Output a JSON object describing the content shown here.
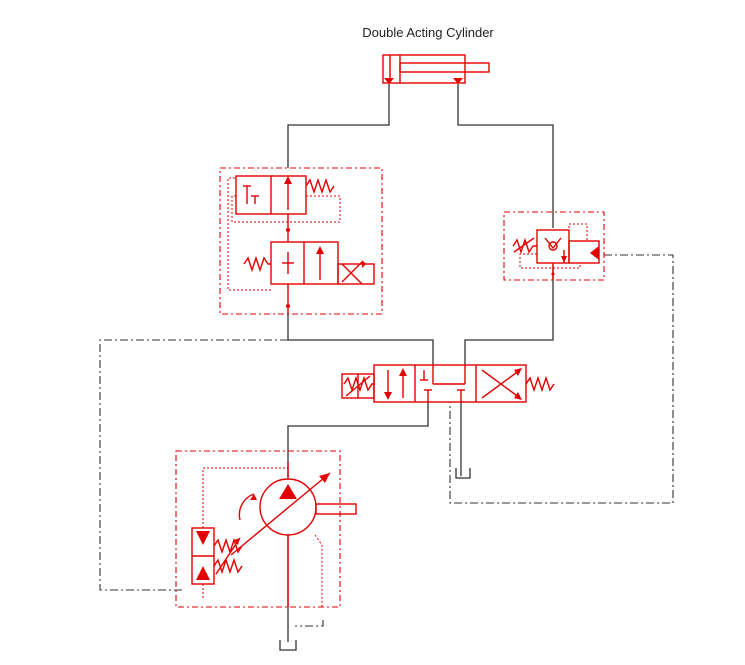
{
  "diagram": {
    "title": "Double Acting Cylinder",
    "colors": {
      "component": "#e30000",
      "line": "#333333",
      "background": "#ffffff"
    },
    "components": [
      "double-acting-cylinder",
      "counterbalance-valve-assembly",
      "pressure-relief-valve",
      "directional-control-valve-4-3",
      "variable-displacement-pump",
      "pressure-compensator",
      "tank"
    ]
  }
}
